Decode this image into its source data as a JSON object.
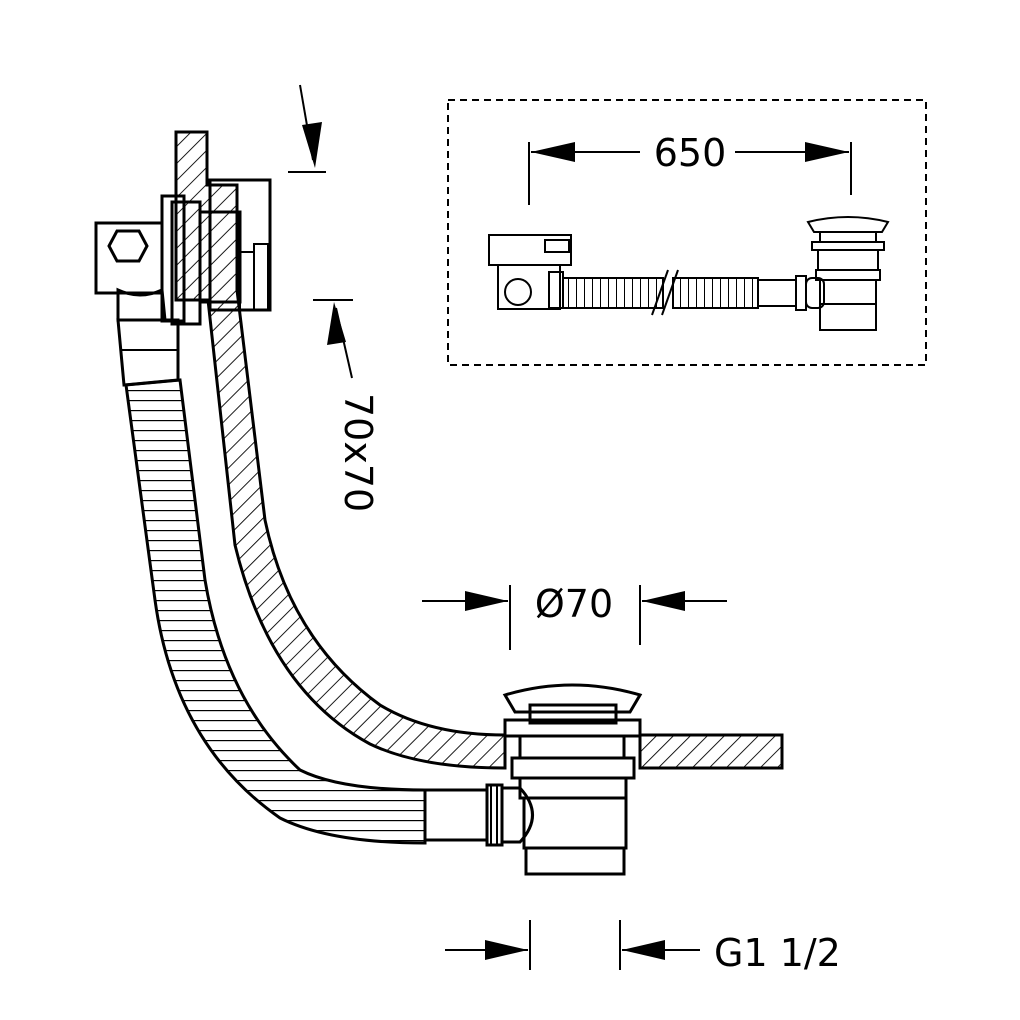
{
  "dimensions": {
    "length": "650",
    "overflow": "70x70",
    "drain_diameter": "Ø70",
    "thread": "G1 1/2"
  },
  "colors": {
    "line": "#000000",
    "background": "#ffffff"
  }
}
